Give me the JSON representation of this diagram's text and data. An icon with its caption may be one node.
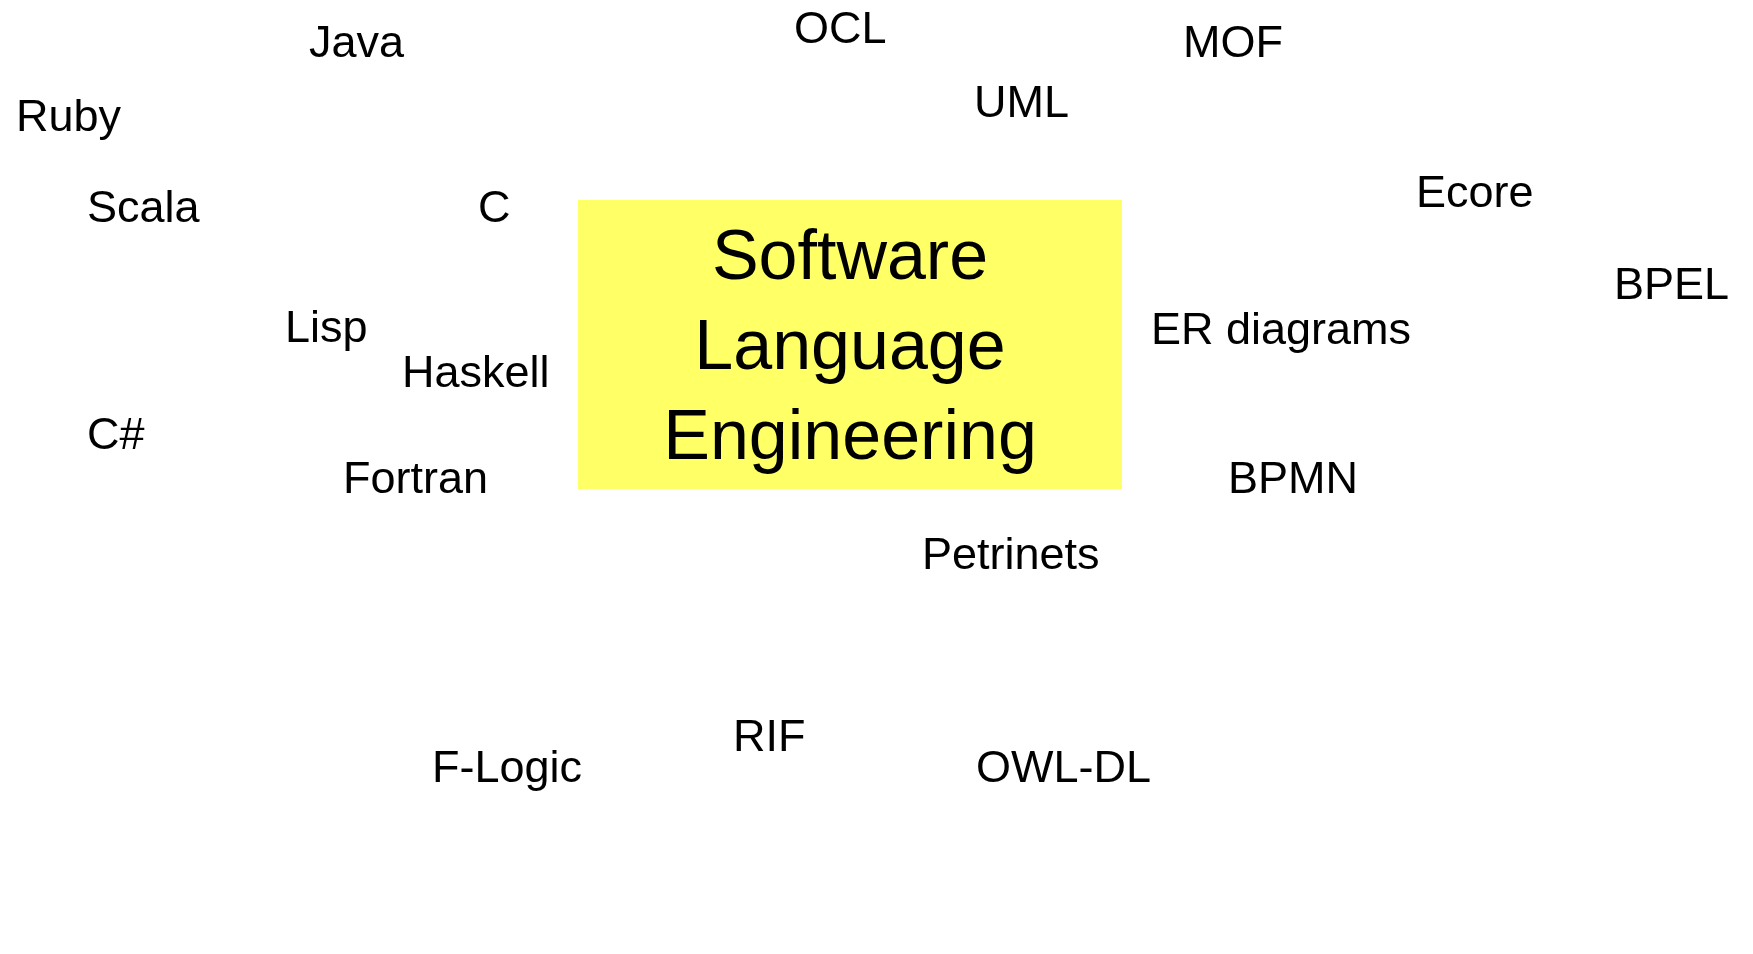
{
  "diagram": {
    "nodes": [
      {
        "text": [
          "Software Language Engineering"
        ]
      }
    ],
    "labels": [
      "OCL",
      "Java",
      "MOF",
      "UML",
      "Ruby",
      "Ecore",
      "Scala",
      "C",
      "BPEL",
      "Lisp",
      "ER diagrams",
      "Haskell",
      "C#",
      "Fortran",
      "BPMN",
      "Petrinets",
      "RIF",
      "F-Logic",
      "OWL-DL"
    ]
  }
}
